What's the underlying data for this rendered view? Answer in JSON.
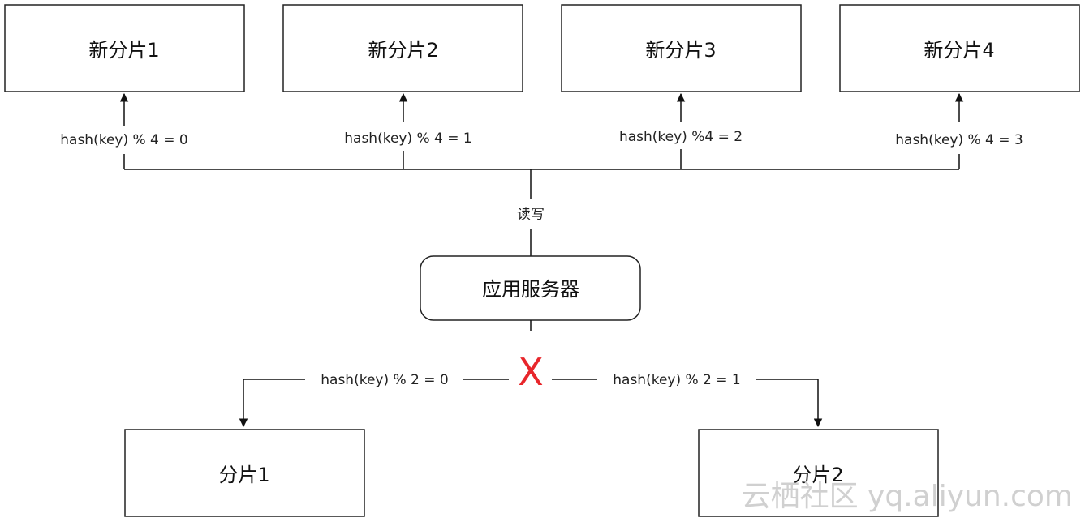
{
  "new_shards": [
    {
      "label": "新分片1",
      "edge_label": "hash(key) % 4 = 0"
    },
    {
      "label": "新分片2",
      "edge_label": "hash(key) % 4 = 1"
    },
    {
      "label": "新分片3",
      "edge_label": "hash(key) %4 = 2"
    },
    {
      "label": "新分片4",
      "edge_label": "hash(key) % 4 = 3"
    }
  ],
  "read_write_label": "读写",
  "app_server_label": "应用服务器",
  "cross_mark": "X",
  "old_shards": [
    {
      "label": "分片1",
      "edge_label": "hash(key) % 2 = 0"
    },
    {
      "label": "分片2",
      "edge_label": "hash(key) % 2 = 1"
    }
  ],
  "watermark": "云栖社区 yq.aliyun.com"
}
